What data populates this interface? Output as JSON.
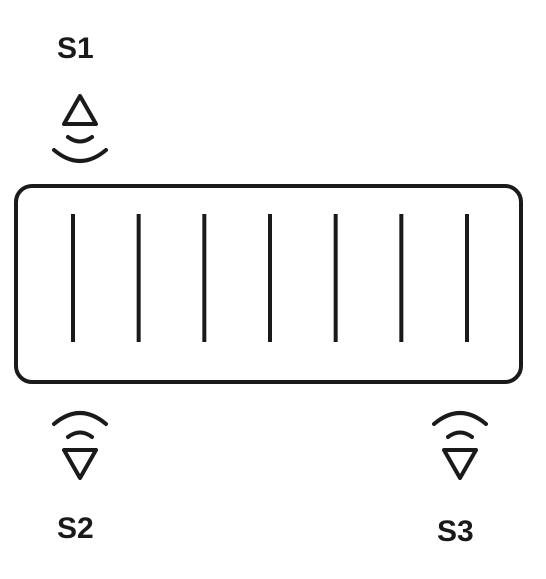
{
  "sensors": [
    {
      "label": "S1",
      "direction": "up"
    },
    {
      "label": "S2",
      "direction": "down"
    },
    {
      "label": "S3",
      "direction": "down"
    }
  ],
  "panel": {
    "slot_count": 7
  },
  "colors": {
    "ink": "#1a1a1a",
    "background": "#ffffff"
  },
  "icons": {
    "sensor_up": "triangle-up-wave-icon",
    "sensor_down": "wave-triangle-down-icon"
  }
}
